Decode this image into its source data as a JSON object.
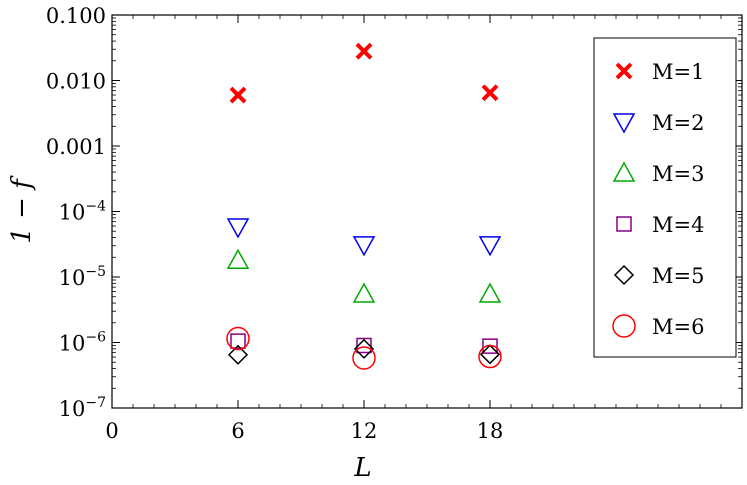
{
  "chart_data": {
    "type": "scatter",
    "title": "",
    "xlabel": "L",
    "ylabel": "1 − f",
    "xlim": [
      0,
      30
    ],
    "ylim": [
      1e-07,
      0.1
    ],
    "yscale": "log",
    "x_ticks": [
      0,
      6,
      12,
      18
    ],
    "x_tick_labels": [
      "0",
      "6",
      "12",
      "18"
    ],
    "y_ticks": [
      1e-07,
      1e-06,
      1e-05,
      0.0001,
      0.001,
      0.01,
      0.1
    ],
    "y_tick_labels": [
      {
        "base": "10",
        "exp": "−7"
      },
      {
        "base": "10",
        "exp": "−6"
      },
      {
        "base": "10",
        "exp": "−5"
      },
      {
        "base": "10",
        "exp": "−4"
      },
      {
        "base": "0.001",
        "exp": ""
      },
      {
        "base": "0.010",
        "exp": ""
      },
      {
        "base": "0.100",
        "exp": ""
      }
    ],
    "grid": false,
    "legend_position": "right",
    "series": [
      {
        "name": "M=1",
        "marker": "x",
        "color": "#ff0000",
        "x": [
          6,
          12,
          18
        ],
        "y": [
          0.006,
          0.028,
          0.0065
        ]
      },
      {
        "name": "M=2",
        "marker": "triangle-down",
        "color": "#0000ee",
        "x": [
          6,
          12,
          18
        ],
        "y": [
          5.8e-05,
          3.1e-05,
          3.1e-05
        ]
      },
      {
        "name": "M=3",
        "marker": "triangle-up",
        "color": "#00aa00",
        "x": [
          6,
          12,
          18
        ],
        "y": [
          1.8e-05,
          5.5e-06,
          5.5e-06
        ]
      },
      {
        "name": "M=4",
        "marker": "square",
        "color": "#880088",
        "x": [
          6,
          12,
          18
        ],
        "y": [
          1.05e-06,
          9e-07,
          8.8e-07
        ]
      },
      {
        "name": "M=5",
        "marker": "diamond",
        "color": "#000000",
        "x": [
          6,
          12,
          18
        ],
        "y": [
          6.5e-07,
          8e-07,
          6.6e-07
        ]
      },
      {
        "name": "M=6",
        "marker": "circle",
        "color": "#ff0000",
        "x": [
          6,
          12,
          18
        ],
        "y": [
          1.15e-06,
          5.8e-07,
          6.1e-07
        ]
      }
    ]
  }
}
